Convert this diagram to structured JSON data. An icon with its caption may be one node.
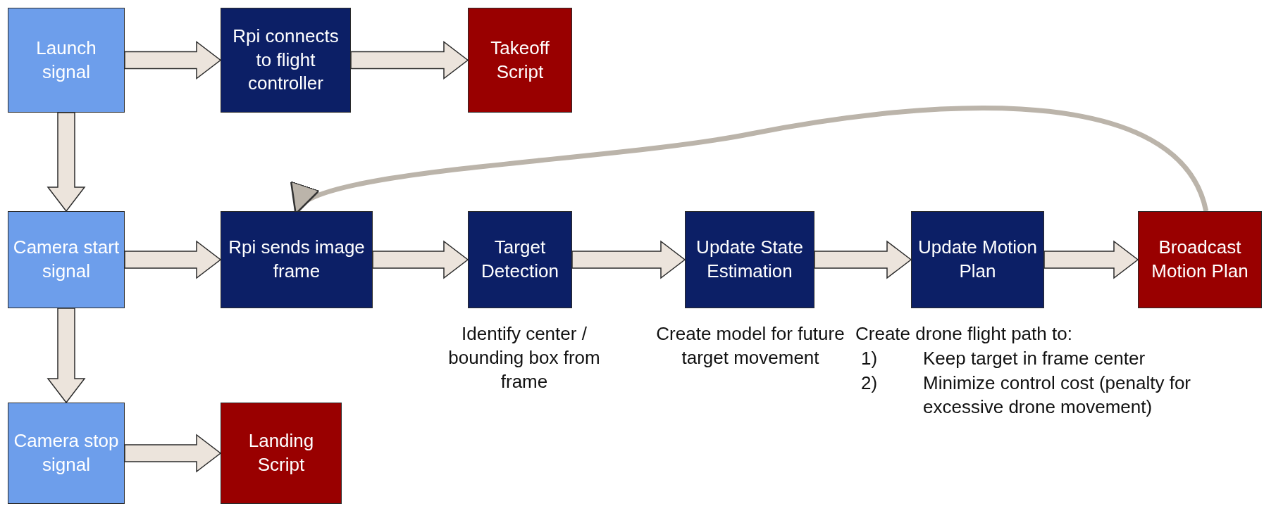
{
  "diagram": {
    "nodes": [
      {
        "text": [
          "Launch signal"
        ]
      },
      {
        "text": [
          "Rpi connects to flight controller"
        ]
      },
      {
        "text": [
          "Takeoff Script"
        ]
      },
      {
        "text": [
          "Camera start signal"
        ]
      },
      {
        "text": [
          "Rpi sends image frame"
        ]
      },
      {
        "text": [
          "Target Detection"
        ],
        "beside": [
          "Identify center / bounding box from frame"
        ]
      },
      {
        "text": [
          "Update State Estimation"
        ],
        "beside": [
          "Create model for future target movement"
        ]
      },
      {
        "text": [
          "Update Motion Plan"
        ],
        "beside": [
          "Create drone flight path to:",
          "1)",
          "Keep target in frame center",
          "2)",
          "Minimize control cost (penalty for excessive drone movement)"
        ]
      },
      {
        "text": [
          "Broadcast Motion Plan"
        ]
      },
      {
        "text": [
          "Camera stop signal"
        ]
      },
      {
        "text": [
          "Landing Script"
        ]
      }
    ],
    "edges": [
      {
        "from": 0,
        "to": 1,
        "arrow": "to"
      },
      {
        "from": 1,
        "to": 2,
        "arrow": "to"
      },
      {
        "from": 0,
        "to": 3,
        "arrow": "to"
      },
      {
        "from": 3,
        "to": 4,
        "arrow": "to"
      },
      {
        "from": 4,
        "to": 5,
        "arrow": "to"
      },
      {
        "from": 5,
        "to": 6,
        "arrow": "to"
      },
      {
        "from": 6,
        "to": 7,
        "arrow": "to"
      },
      {
        "from": 7,
        "to": 8,
        "arrow": "to"
      },
      {
        "from": 8,
        "to": 4,
        "arrow": "to",
        "color": "#bbb4aa"
      },
      {
        "from": 3,
        "to": 9,
        "arrow": "to"
      },
      {
        "from": 9,
        "to": 10,
        "arrow": "to"
      }
    ]
  }
}
